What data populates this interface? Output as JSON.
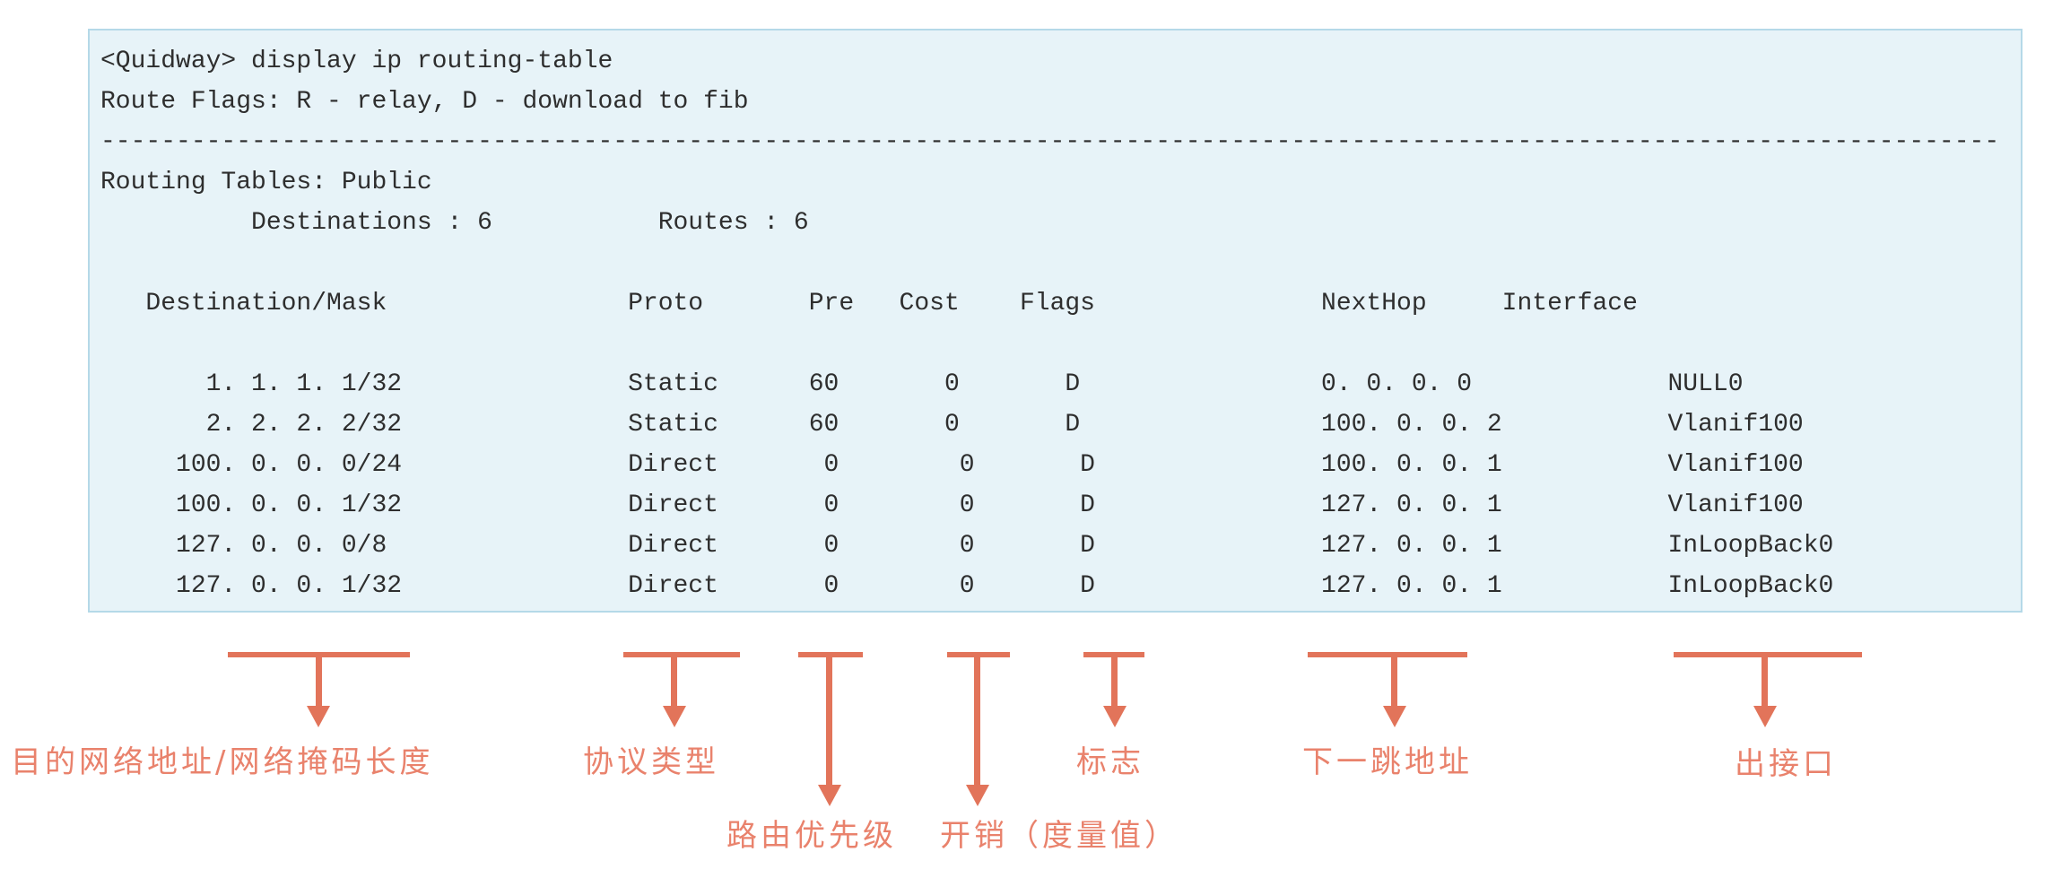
{
  "terminal": {
    "prompt_line": "<Quidway> display ip routing-table",
    "route_flags_line": "Route Flags: R - relay, D - download to fib",
    "separator": "------------------------------------------------------------------------------------------------------------------------------",
    "routing_tables_line": "Routing Tables: Public",
    "summary": {
      "destinations_label": "Destinations",
      "destinations_count": "6",
      "routes_label": "Routes",
      "routes_count": "6"
    },
    "table": {
      "headers": [
        "Destination/Mask",
        "Proto",
        "Pre",
        "Cost",
        "Flags",
        "NextHop",
        "Interface"
      ],
      "rows": [
        [
          "1. 1. 1. 1/32",
          "Static",
          "60",
          "0",
          "D",
          "0. 0. 0. 0",
          "NULL0"
        ],
        [
          "2. 2. 2. 2/32",
          "Static",
          "60",
          "0",
          "D",
          "100. 0. 0. 2",
          "Vlanif100"
        ],
        [
          "100. 0. 0. 0/24",
          "Direct",
          "0",
          "0",
          "D",
          "100. 0. 0. 1",
          "Vlanif100"
        ],
        [
          "100. 0. 0. 1/32",
          "Direct",
          "0",
          "0",
          "D",
          "127. 0. 0. 1",
          "Vlanif100"
        ],
        [
          "127. 0. 0. 0/8",
          "Direct",
          "0",
          "0",
          "D",
          "127. 0. 0. 1",
          "InLoopBack0"
        ],
        [
          "127. 0. 0. 1/32",
          "Direct",
          "0",
          "0",
          "D",
          "127. 0. 0. 1",
          "InLoopBack0"
        ]
      ]
    }
  },
  "annotations": [
    {
      "name": "destination-mask",
      "label": "目的网络地址/网络掩码长度"
    },
    {
      "name": "protocol-type",
      "label": "协议类型"
    },
    {
      "name": "route-preference",
      "label": "路由优先级"
    },
    {
      "name": "cost-metric",
      "label": "开销（度量值）"
    },
    {
      "name": "flags",
      "label": "标志"
    },
    {
      "name": "next-hop",
      "label": "下一跳地址"
    },
    {
      "name": "outbound-interface",
      "label": "出接口"
    }
  ],
  "colors": {
    "accent_arrow": "#e2745a",
    "accent_label": "#e9826c",
    "panel_bg": "#e7f3f8",
    "panel_border": "#b5d9e8",
    "terminal_text": "#2e2e2e"
  }
}
